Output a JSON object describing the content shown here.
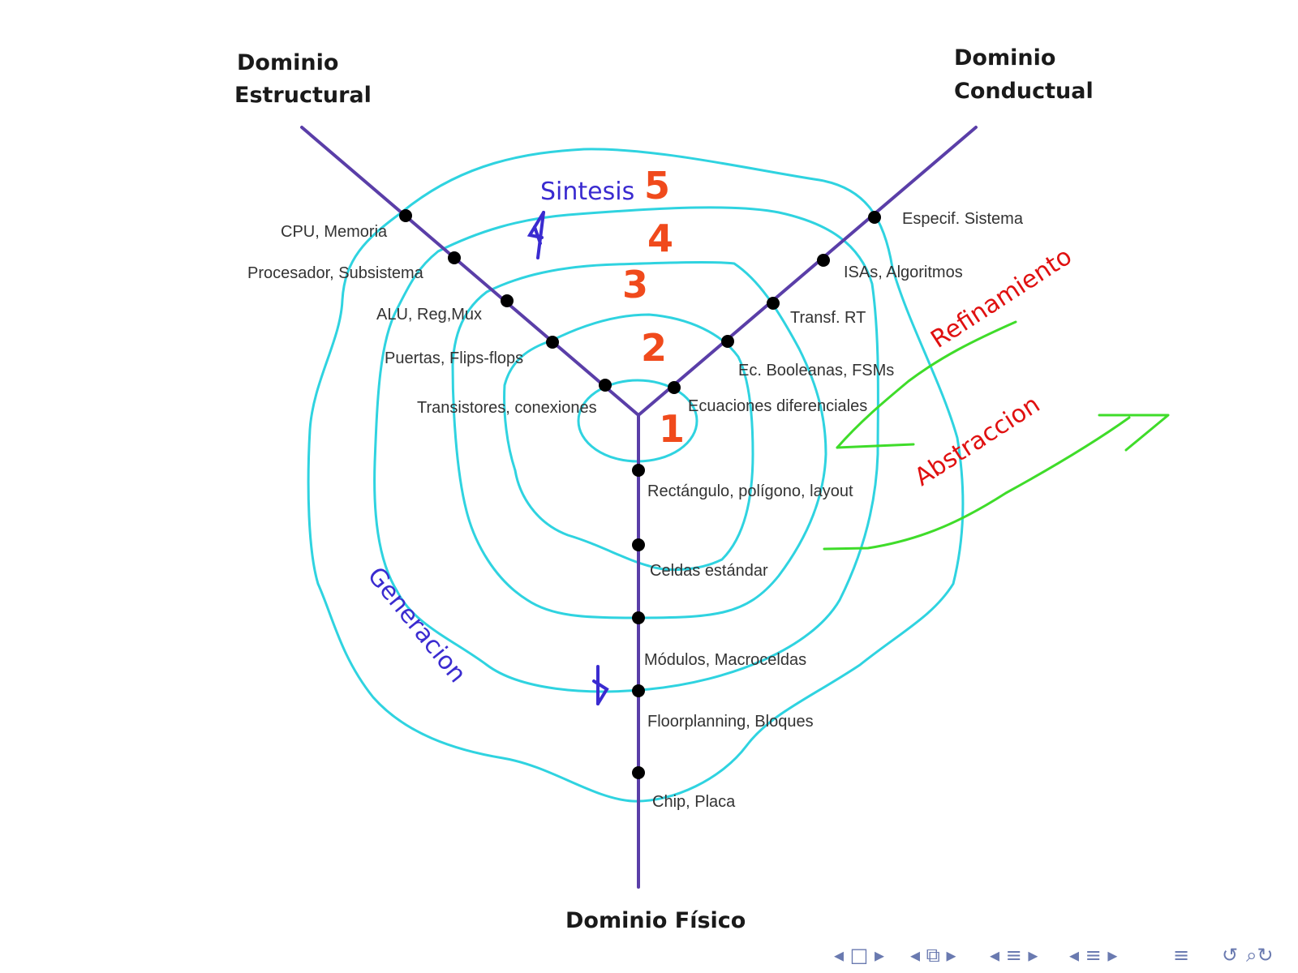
{
  "domains": {
    "structural": [
      "Dominio",
      "Estructural"
    ],
    "behavioral": [
      "Dominio",
      "Conductual"
    ],
    "physical": "Dominio Físico"
  },
  "structural_levels": [
    "CPU, Memoria",
    "Procesador, Subsistema",
    "ALU, Reg,Mux",
    "Puertas, Flips-flops",
    "Transistores, conexiones"
  ],
  "behavioral_levels": [
    "Especif. Sistema",
    "ISAs, Algoritmos",
    "Transf. RT",
    "Ec. Booleanas, FSMs",
    "Ecuaciones diferenciales"
  ],
  "physical_levels": [
    "Rectángulo, polígono, layout",
    "Celdas estándar",
    "Módulos, Macroceldas",
    "Floorplanning, Bloques",
    "Chip, Placa"
  ],
  "annotations": {
    "synthesis": "Sintesis",
    "refinement": "Refinamiento",
    "abstraction": "Abstraccion",
    "generation": "Generacion",
    "ring_numbers": [
      "1",
      "2",
      "3",
      "4",
      "5"
    ]
  },
  "colors": {
    "axis": "#5a3ea8",
    "rings": "#2fd3e0",
    "arrows": "#3fdc2a",
    "red_text": "#e01010",
    "blue_text": "#3a2bd0",
    "numbers": "#f04a1c"
  },
  "icons": [
    "nav-prev-frame-icon",
    "nav-prev-section-icon",
    "nav-prev-subsection-icon",
    "nav-prev-slide-icon",
    "nav-align-icon",
    "search-icon",
    "zoom-icon"
  ]
}
